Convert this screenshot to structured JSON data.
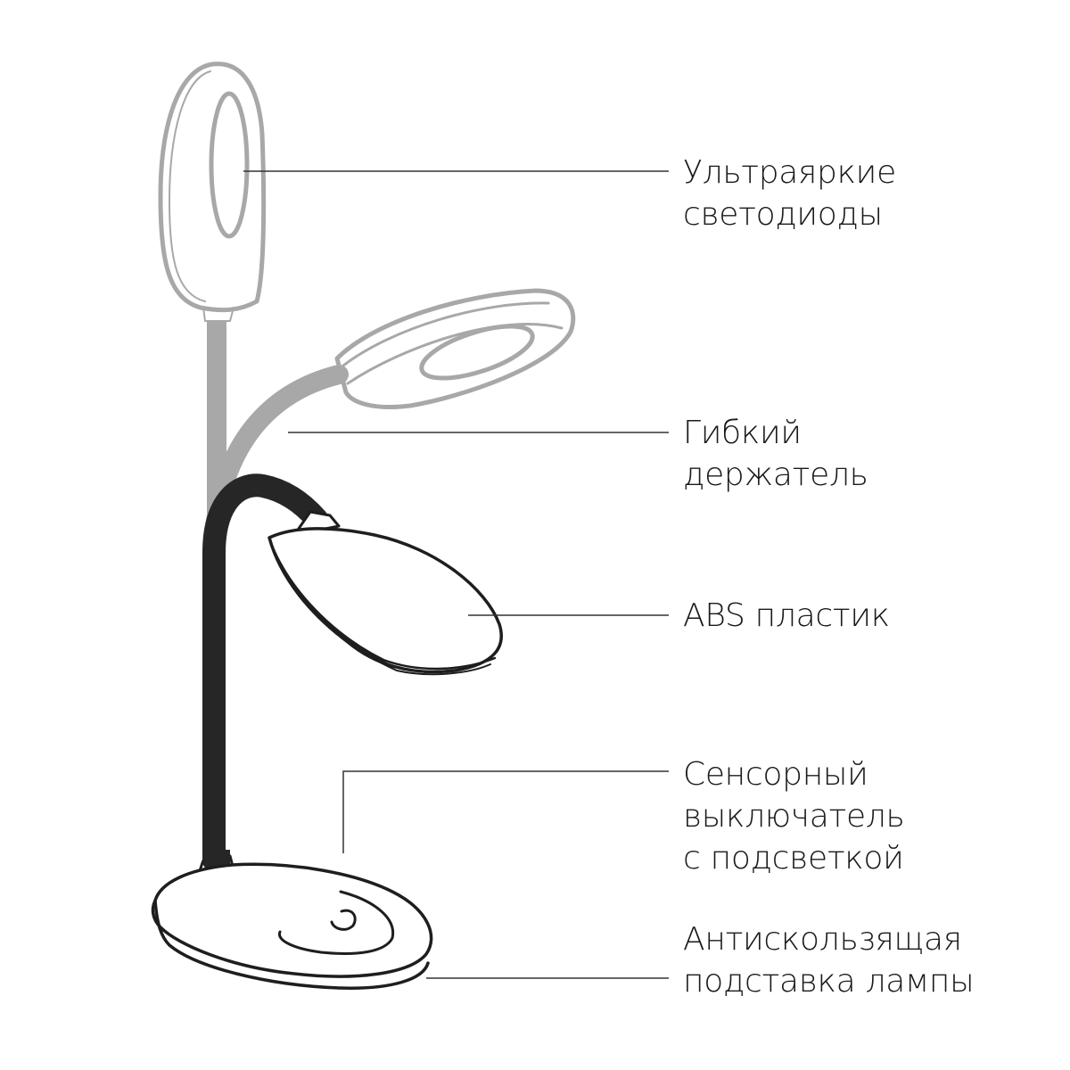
{
  "diagram": {
    "subject": "Desk lamp",
    "colors": {
      "ghost_stroke": "#a8a8a8",
      "ghost_fill": "#a8a8a8",
      "main_stroke": "#1e1e1e",
      "gooseneck": "#262626",
      "leader_line": "#333333",
      "text": "#1a1a1a",
      "background": "#ffffff"
    },
    "callouts": [
      {
        "id": "leds",
        "lines": [
          "Ультраяркие",
          "светодиоды"
        ]
      },
      {
        "id": "flex-holder",
        "lines": [
          "Гибкий",
          "держатель"
        ]
      },
      {
        "id": "abs-plastic",
        "lines": [
          "ABS пластик"
        ]
      },
      {
        "id": "touch-switch",
        "lines": [
          "Сенсорный",
          "выключатель",
          "с подсветкой"
        ]
      },
      {
        "id": "anti-slip-base",
        "lines": [
          "Антискользящая",
          "подставка лампы"
        ]
      }
    ]
  }
}
